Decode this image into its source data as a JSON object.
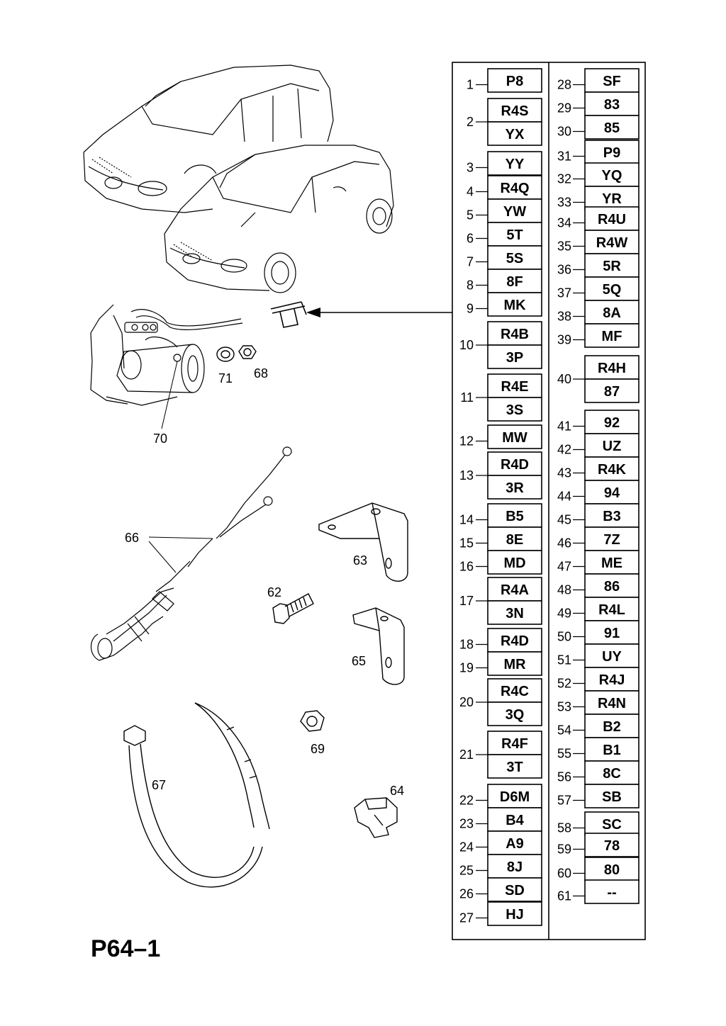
{
  "page": {
    "title": "P64–1"
  },
  "callouts": [
    {
      "id": "71",
      "label": "71"
    },
    {
      "id": "68",
      "label": "68"
    },
    {
      "id": "70",
      "label": "70"
    },
    {
      "id": "66",
      "label": "66"
    },
    {
      "id": "63",
      "label": "63"
    },
    {
      "id": "62",
      "label": "62"
    },
    {
      "id": "65",
      "label": "65"
    },
    {
      "id": "69",
      "label": "69"
    },
    {
      "id": "67",
      "label": "67"
    },
    {
      "id": "64",
      "label": "64"
    }
  ],
  "table": {
    "left": [
      {
        "no": "1",
        "codes": [
          "P8"
        ]
      },
      {
        "no": "2",
        "codes": [
          "R4S",
          "YX"
        ]
      },
      {
        "no": "3",
        "codes": [
          "YY"
        ]
      },
      {
        "no": "4",
        "codes": [
          "R4Q"
        ]
      },
      {
        "no": "5",
        "codes": [
          "YW"
        ]
      },
      {
        "no": "6",
        "codes": [
          "5T"
        ]
      },
      {
        "no": "7",
        "codes": [
          "5S"
        ]
      },
      {
        "no": "8",
        "codes": [
          "8F"
        ]
      },
      {
        "no": "9",
        "codes": [
          "MK"
        ]
      },
      {
        "no": "10",
        "codes": [
          "R4B",
          "3P"
        ]
      },
      {
        "no": "11",
        "codes": [
          "R4E",
          "3S"
        ]
      },
      {
        "no": "12",
        "codes": [
          "MW"
        ]
      },
      {
        "no": "13",
        "codes": [
          "R4D",
          "3R"
        ]
      },
      {
        "no": "14",
        "codes": [
          "B5"
        ]
      },
      {
        "no": "15",
        "codes": [
          "8E"
        ]
      },
      {
        "no": "16",
        "codes": [
          "MD"
        ]
      },
      {
        "no": "17",
        "codes": [
          "R4A",
          "3N"
        ]
      },
      {
        "no": "18",
        "codes": [
          "R4D"
        ]
      },
      {
        "no": "19",
        "codes": [
          "MR"
        ]
      },
      {
        "no": "20",
        "codes": [
          "R4C",
          "3Q"
        ]
      },
      {
        "no": "21",
        "codes": [
          "R4F",
          "3T"
        ]
      },
      {
        "no": "22",
        "codes": [
          "D6M"
        ]
      },
      {
        "no": "23",
        "codes": [
          "B4"
        ]
      },
      {
        "no": "24",
        "codes": [
          "A9"
        ]
      },
      {
        "no": "25",
        "codes": [
          "8J"
        ]
      },
      {
        "no": "26",
        "codes": [
          "SD"
        ]
      },
      {
        "no": "27",
        "codes": [
          "HJ"
        ]
      }
    ],
    "right": [
      {
        "no": "28",
        "codes": [
          "SF"
        ]
      },
      {
        "no": "29",
        "codes": [
          "83"
        ]
      },
      {
        "no": "30",
        "codes": [
          "85"
        ]
      },
      {
        "no": "31",
        "codes": [
          "P9"
        ]
      },
      {
        "no": "32",
        "codes": [
          "YQ"
        ]
      },
      {
        "no": "33",
        "codes": [
          "YR"
        ]
      },
      {
        "no": "34",
        "codes": [
          "R4U"
        ]
      },
      {
        "no": "35",
        "codes": [
          "R4W"
        ]
      },
      {
        "no": "36",
        "codes": [
          "5R"
        ]
      },
      {
        "no": "37",
        "codes": [
          "5Q"
        ]
      },
      {
        "no": "38",
        "codes": [
          "8A"
        ]
      },
      {
        "no": "39",
        "codes": [
          "MF"
        ]
      },
      {
        "no": "40",
        "codes": [
          "R4H",
          "87"
        ]
      },
      {
        "no": "41",
        "codes": [
          "92"
        ]
      },
      {
        "no": "42",
        "codes": [
          "UZ"
        ]
      },
      {
        "no": "43",
        "codes": [
          "R4K"
        ]
      },
      {
        "no": "44",
        "codes": [
          "94"
        ]
      },
      {
        "no": "45",
        "codes": [
          "B3"
        ]
      },
      {
        "no": "46",
        "codes": [
          "7Z"
        ]
      },
      {
        "no": "47",
        "codes": [
          "ME"
        ]
      },
      {
        "no": "48",
        "codes": [
          "86"
        ]
      },
      {
        "no": "49",
        "codes": [
          "R4L"
        ]
      },
      {
        "no": "50",
        "codes": [
          "91"
        ]
      },
      {
        "no": "51",
        "codes": [
          "UY"
        ]
      },
      {
        "no": "52",
        "codes": [
          "R4J"
        ]
      },
      {
        "no": "53",
        "codes": [
          "R4N"
        ]
      },
      {
        "no": "54",
        "codes": [
          "B2"
        ]
      },
      {
        "no": "55",
        "codes": [
          "B1"
        ]
      },
      {
        "no": "56",
        "codes": [
          "8C"
        ]
      },
      {
        "no": "57",
        "codes": [
          "SB"
        ]
      },
      {
        "no": "58",
        "codes": [
          "SC"
        ]
      },
      {
        "no": "59",
        "codes": [
          "78"
        ]
      },
      {
        "no": "60",
        "codes": [
          "80"
        ]
      },
      {
        "no": "61",
        "codes": [
          "--"
        ]
      }
    ]
  }
}
